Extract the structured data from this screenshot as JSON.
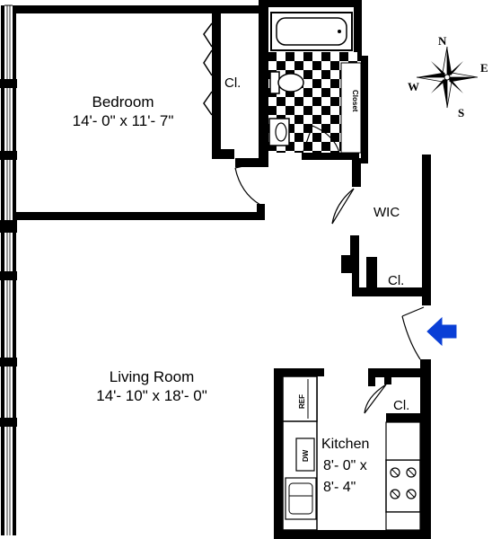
{
  "rooms": {
    "bedroom": {
      "name": "Bedroom",
      "dims": "14'- 0\" x 11'- 7\""
    },
    "living": {
      "name": "Living Room",
      "dims": "14'- 10\" x 18'- 0\""
    },
    "kitchen": {
      "name": "Kitchen",
      "dims_line1": "8'- 0\" x",
      "dims_line2": "8'- 4\""
    },
    "wic": {
      "name": "WIC"
    },
    "closet_bedroom": {
      "name": "Cl."
    },
    "closet_hall": {
      "name": "Cl."
    },
    "closet_kitchen": {
      "name": "Cl."
    },
    "bath_closet": {
      "name": "Closet"
    }
  },
  "appliances": {
    "ref": "REF",
    "dw": "DW"
  },
  "compass": {
    "n": "N",
    "e": "E",
    "s": "S",
    "w": "W"
  },
  "colors": {
    "wall": "#000000",
    "entry_arrow": "#0a3fd6",
    "floor": "#ffffff"
  }
}
